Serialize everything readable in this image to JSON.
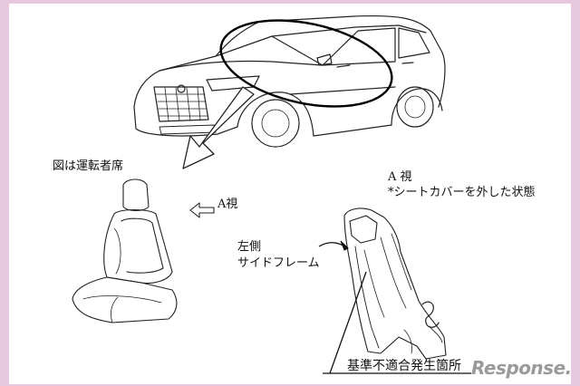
{
  "labels": {
    "seat_caption": "図は運転者席",
    "view_a_arrow": "A視",
    "view_a": "A 視",
    "cover_removed": "*シートカバーを外した状態",
    "left_side": "左側",
    "side_frame": "サイドフレーム",
    "defect_location": "基準不適合発生箇所"
  },
  "watermark": {
    "text": "Response."
  },
  "colors": {
    "background": "#e8c8de",
    "panel": "#ffffff",
    "ink": "#111111",
    "watermark": "#9a9a9a"
  }
}
